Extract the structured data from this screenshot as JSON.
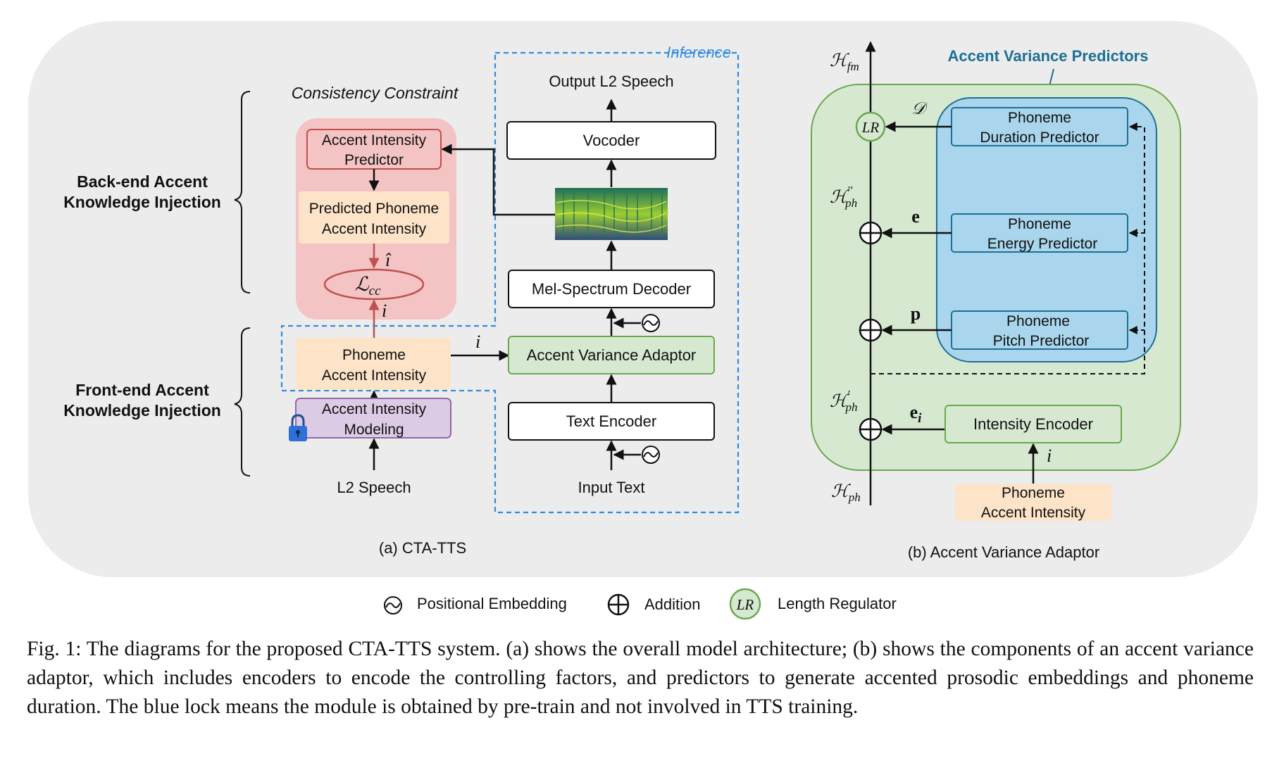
{
  "panel_a": {
    "back_end_label": [
      "Back-end Accent",
      "Knowledge Injection"
    ],
    "front_end_label": [
      "Front-end Accent",
      "Knowledge Injection"
    ],
    "consistency_title": "Consistency Constraint",
    "inference_label": "Inference",
    "accent_intensity_predictor": [
      "Accent Intensity",
      "Predictor"
    ],
    "predicted_phoneme_accent_intensity": [
      "Predicted Phoneme",
      "Accent Intensity"
    ],
    "loss_symbol": "ℒ",
    "loss_subscript": "cc",
    "i_hat": "î",
    "i_symbol": "i",
    "phoneme_accent_intensity": [
      "Phoneme",
      "Accent Intensity"
    ],
    "accent_intensity_modeling": [
      "Accent Intensity",
      "Modeling"
    ],
    "l2_speech": "L2 Speech",
    "output_l2_speech": "Output L2 Speech",
    "vocoder": "Vocoder",
    "mel_decoder": "Mel-Spectrum Decoder",
    "accent_variance_adaptor": "Accent Variance Adaptor",
    "text_encoder": "Text Encoder",
    "input_text": "Input Text",
    "caption": "(a) CTA-TTS"
  },
  "panel_b": {
    "title": "Accent Variance Predictors",
    "h_fm": "ℋ",
    "h_fm_sub": "fm",
    "h_ph2": "ℋ",
    "h_ph2_sup": "′′",
    "h_ph1": "ℋ",
    "h_ph1_sup": "′",
    "h_ph": "ℋ",
    "ph_sub": "ph",
    "d_symbol": "𝒟",
    "e_symbol": "e",
    "p_symbol": "p",
    "ei_symbol": "e",
    "ei_sub": "i",
    "i_symbol": "i",
    "lr_label": "LR",
    "duration_predictor": [
      "Phoneme",
      "Duration Predictor"
    ],
    "energy_predictor": [
      "Phoneme",
      "Energy Predictor"
    ],
    "pitch_predictor": [
      "Phoneme",
      "Pitch Predictor"
    ],
    "intensity_encoder": "Intensity Encoder",
    "phoneme_accent_intensity": [
      "Phoneme",
      "Accent Intensity"
    ],
    "caption": "(b) Accent Variance Adaptor"
  },
  "legend": {
    "positional": "Positional Embedding",
    "addition": "Addition",
    "lr": "LR",
    "length_regulator": "Length Regulator"
  },
  "figure_caption": "Fig. 1: The diagrams for the proposed CTA-TTS system. (a) shows the overall model architecture; (b) shows the components of an accent variance adaptor, which includes encoders to encode the controlling factors, and predictors to generate accented prosodic embeddings and phoneme duration. The blue lock means the module is obtained by pre-train and not involved in TTS training.",
  "colors": {
    "panel_bg": "#ececec",
    "pink_region": "#f4c4c4",
    "red_border": "#c0504d",
    "orange_box": "#fde3c8",
    "green_box": "#d6e9d0",
    "green_border": "#6aa84f",
    "purple_box": "#dccbe4",
    "purple_border": "#8e6aa6",
    "blue_region": "#a9d6ec",
    "blue_border": "#1d6f96",
    "dashed_blue": "#2f8be0",
    "title_blue": "#1d6f96"
  }
}
